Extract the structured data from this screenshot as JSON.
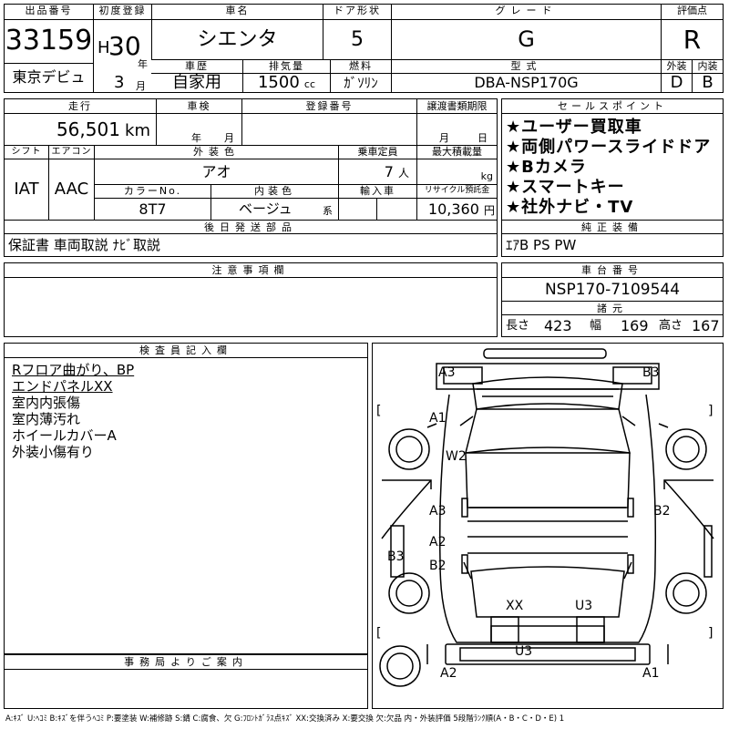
{
  "header": {
    "lot_no_label": "出品番号",
    "lot_no": "33159",
    "debut_label": "東京デビュ",
    "first_reg_label": "初度登録",
    "era": "H",
    "year": "30",
    "year_unit": "年",
    "month": "3",
    "month_unit": "月",
    "car_name_label": "車名",
    "car_name": "シエンタ",
    "door_label": "ドア形状",
    "door": "5",
    "grade_label": "グレード",
    "grade": "G",
    "score_label": "評価点",
    "score": "R",
    "history_label": "車歴",
    "history": "自家用",
    "displacement_label": "排気量",
    "displacement": "1500",
    "displacement_unit": "cc",
    "fuel_label": "燃料",
    "fuel": "ｶﾞｿﾘﾝ",
    "model_label": "型式",
    "model": "DBA-NSP170G",
    "exterior_label": "外装",
    "exterior_grade": "D",
    "interior_label": "内装",
    "interior_grade": "B"
  },
  "spec": {
    "mileage_label": "走行",
    "mileage": "56,501",
    "mileage_unit": "km",
    "inspection_label": "車検",
    "inspection_year_unit": "年",
    "inspection_month_unit": "月",
    "reg_no_label": "登録番号",
    "transfer_label": "譲渡書類期限",
    "transfer_month_unit": "月",
    "transfer_day_unit": "日",
    "shift_label": "シフト",
    "shift": "IAT",
    "ac_label": "エアコン",
    "ac": "AAC",
    "color_label": "外装色",
    "color": "アオ",
    "capacity_label": "乗車定員",
    "capacity": "7",
    "capacity_unit": "人",
    "load_label": "最大積載量",
    "load_unit": "kg",
    "color_no_label": "カラーNo.",
    "color_no": "8T7",
    "int_color_label": "内装色",
    "int_color": "ベージュ",
    "int_color_unit": "系",
    "import_label": "輸入車",
    "recycle_label": "リサイクル預託金",
    "recycle": "10,360",
    "recycle_unit": "円"
  },
  "sales_points": {
    "title": "セールスポイント",
    "items": [
      "★ユーザー買取車",
      "★両側パワースライドドア",
      "★Bカメラ",
      "★スマートキー",
      "★社外ナビ・TV"
    ]
  },
  "after_parts": {
    "title": "後日発送部品",
    "value": "保証書 車両取説 ﾅﾋﾞ取説"
  },
  "equipment": {
    "title": "純正装備",
    "value": "ｴｱB PS PW"
  },
  "notes": {
    "title": "注意事項欄"
  },
  "chassis": {
    "title": "車台番号",
    "value": "NSP170-7109544",
    "dims_title": "諸元",
    "length_label": "長さ",
    "length": "423",
    "width_label": "幅",
    "width": "169",
    "height_label": "高さ",
    "height": "167"
  },
  "inspector": {
    "title": "検査員記入欄",
    "lines": [
      "Rフロア曲がり、BP",
      "エンドパネルXX",
      "室内内張傷",
      "室内薄汚れ",
      "ホイールカバーA",
      "外装小傷有り"
    ]
  },
  "office": {
    "title": "事務局よりご案内"
  },
  "diagram": {
    "marks": {
      "a3_tl": "A3",
      "b3_tr": "B3",
      "a1_l": "A1",
      "w2_l": "W2",
      "a3_ml": "A3",
      "b2_mr": "B2",
      "a2_l": "A2",
      "b2_l": "B2",
      "b3_l": "B3",
      "xx_rear": "XX",
      "u3_rear": "U3",
      "u3_bottom": "U3",
      "a2_bl": "A2",
      "a1_br": "A1"
    },
    "brackets": [
      "[",
      "]",
      "[",
      "]"
    ]
  },
  "legend": "A:ｷｽﾞ U:ﾍｺﾐ B:ｷｽﾞを伴うﾍｺﾐ P:要塗装 W:補修跡 S:錆 C:腐食、欠 G:ﾌﾛﾝﾄｶﾞﾗｽ点ｷｽﾞ XX:交換済み X:要交換 欠:欠品 内・外装評価 5段階ﾗﾝｸ順(A・B・C・D・E) 1"
}
